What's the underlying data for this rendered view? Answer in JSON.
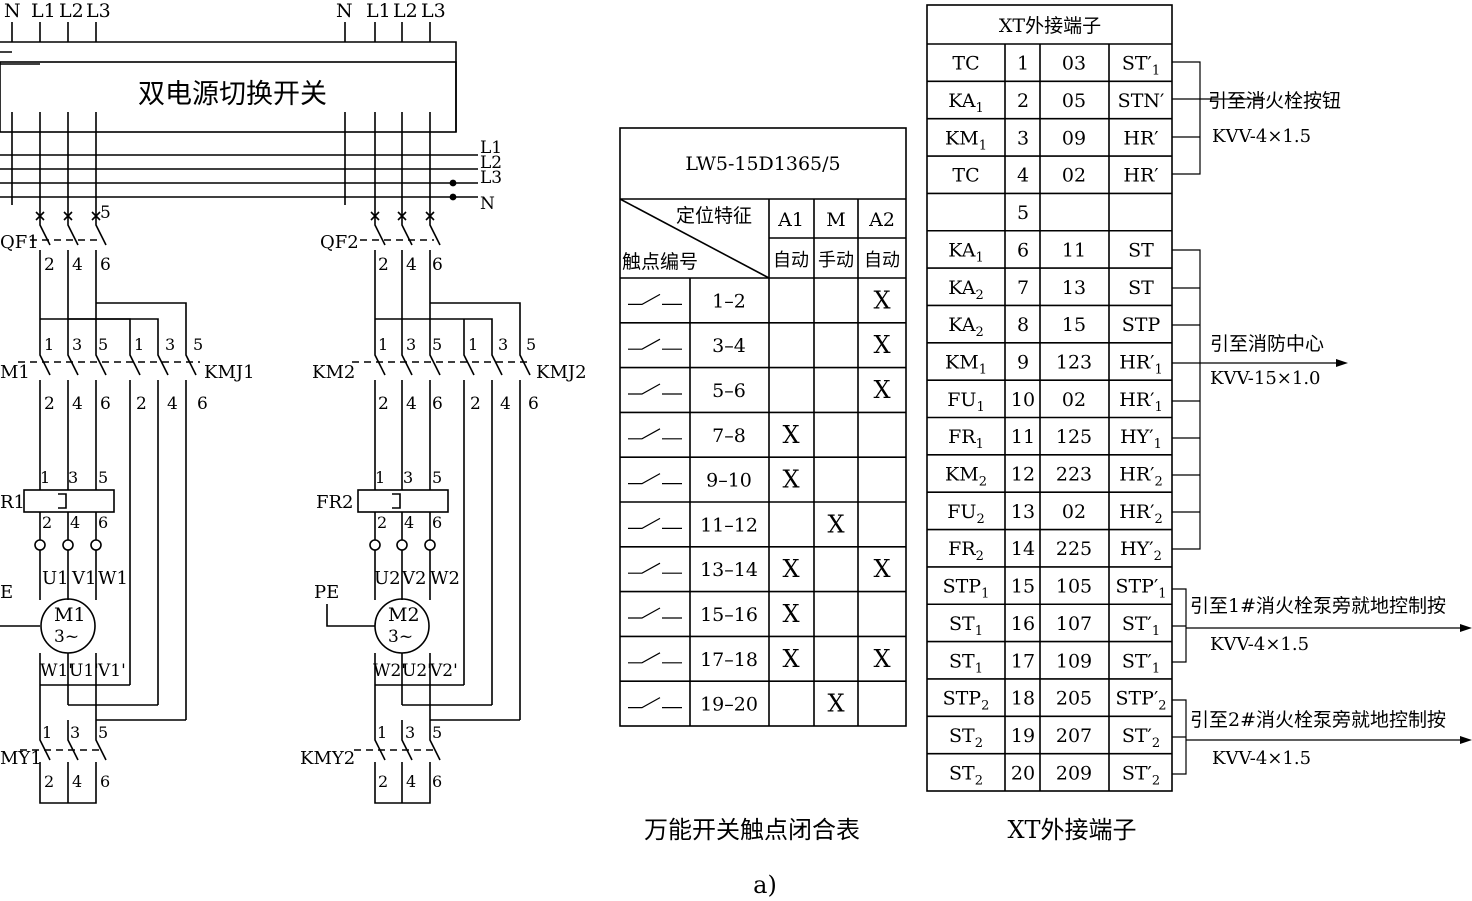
{
  "power": {
    "left_bus": [
      "N",
      "L1",
      "L2",
      "L3"
    ],
    "right_bus": [
      "N",
      "L1",
      "L2",
      "L3"
    ],
    "switch_box": "双电源切换开关",
    "out_bus": [
      "L1",
      "L2",
      "L3",
      "N"
    ]
  },
  "left": {
    "qf": "QF1",
    "km": "M1",
    "kmj": "KMJ1",
    "fr": "R1",
    "pe": "E",
    "motor": "M1",
    "motor_sub": "3~",
    "uvw_top": [
      "U1",
      "V1",
      "W1"
    ],
    "uvw_bot": [
      "W1'",
      "U1'",
      "V1'"
    ],
    "kmy": "MY1"
  },
  "right": {
    "qf": "QF2",
    "km": "KM2",
    "kmj": "KMJ2",
    "fr": "FR2",
    "pe": "PE",
    "motor": "M2",
    "motor_sub": "3~",
    "uvw_top": [
      "U2",
      "V2",
      "W2"
    ],
    "uvw_bot": [
      "W2'",
      "U2'",
      "V2'"
    ],
    "kmy": "KMY2"
  },
  "pins": {
    "top": [
      "1",
      "3",
      "5"
    ],
    "bottom": [
      "2",
      "4",
      "6"
    ]
  },
  "switch_table": {
    "model": "LW5-15D1365/5",
    "diag_top": "定位特征",
    "diag_bottom": "触点编号",
    "positions": [
      "A1",
      "M",
      "A2"
    ],
    "modes": [
      "自动",
      "手动",
      "自动"
    ],
    "mark": "X",
    "rows": [
      {
        "contact": "1-2",
        "a1": "",
        "m": "",
        "a2": "X"
      },
      {
        "contact": "3-4",
        "a1": "",
        "m": "",
        "a2": "X"
      },
      {
        "contact": "5-6",
        "a1": "",
        "m": "",
        "a2": "X"
      },
      {
        "contact": "7-8",
        "a1": "X",
        "m": "",
        "a2": ""
      },
      {
        "contact": "9-10",
        "a1": "X",
        "m": "",
        "a2": ""
      },
      {
        "contact": "11-12",
        "a1": "",
        "m": "X",
        "a2": ""
      },
      {
        "contact": "13-14",
        "a1": "X",
        "m": "",
        "a2": "X"
      },
      {
        "contact": "15-16",
        "a1": "X",
        "m": "",
        "a2": ""
      },
      {
        "contact": "17-18",
        "a1": "X",
        "m": "",
        "a2": "X"
      },
      {
        "contact": "19-20",
        "a1": "",
        "m": "X",
        "a2": ""
      }
    ],
    "caption": "万能开关触点闭合表"
  },
  "xt_table": {
    "title": "XT外接端子",
    "rows": [
      [
        "TC",
        "1",
        "03",
        "ST1'"
      ],
      [
        "KA1",
        "2",
        "05",
        "STN'"
      ],
      [
        "KM1",
        "3",
        "09",
        "HR'"
      ],
      [
        "TC",
        "4",
        "02",
        "HR'"
      ],
      [
        "",
        "5",
        "",
        ""
      ],
      [
        "KA1",
        "6",
        "11",
        "ST"
      ],
      [
        "KA2",
        "7",
        "13",
        "ST"
      ],
      [
        "KA2",
        "8",
        "15",
        "STP"
      ],
      [
        "KM1",
        "9",
        "123",
        "HR1'"
      ],
      [
        "FU1",
        "10",
        "02",
        "HR1'"
      ],
      [
        "FR1",
        "11",
        "125",
        "HY1'"
      ],
      [
        "KM2",
        "12",
        "223",
        "HR2'"
      ],
      [
        "FU2",
        "13",
        "02",
        "HR2'"
      ],
      [
        "FR2",
        "14",
        "225",
        "HY2'"
      ],
      [
        "STP1",
        "15",
        "105",
        "STP1'"
      ],
      [
        "ST1",
        "16",
        "107",
        "ST1'"
      ],
      [
        "ST1",
        "17",
        "109",
        "ST1'"
      ],
      [
        "STP2",
        "18",
        "205",
        "STP2'"
      ],
      [
        "ST2",
        "19",
        "207",
        "ST2'"
      ],
      [
        "ST2",
        "20",
        "209",
        "ST2'"
      ]
    ],
    "caption": "XT外接端子"
  },
  "annotations": [
    {
      "label": "引至消火栓按钮",
      "cable": "KVV-4×1.5"
    },
    {
      "label": "引至消防中心",
      "cable": "KVV-15×1.0"
    },
    {
      "label": "引至1#消火栓泵旁就地控制按",
      "cable": "KVV-4×1.5"
    },
    {
      "label": "引至2#消火栓泵旁就地控制按",
      "cable": "KVV-4×1.5"
    }
  ],
  "figure_label": "a)"
}
